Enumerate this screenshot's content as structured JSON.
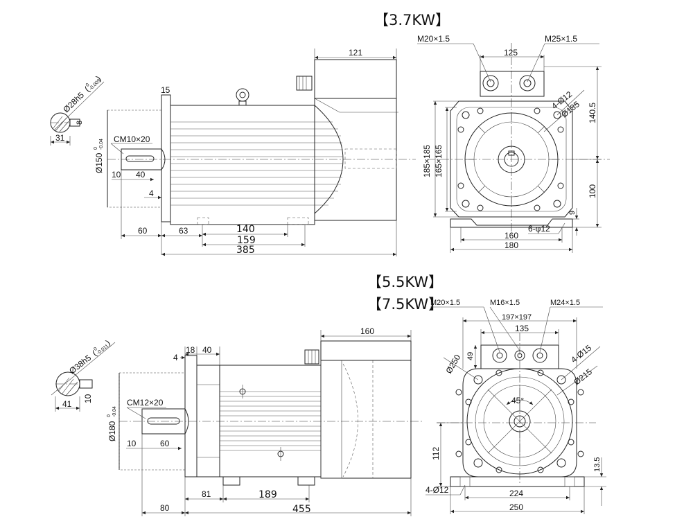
{
  "sections": [
    {
      "title": "【3.7KW】",
      "side_view": {
        "flange_thickness": "15",
        "box_width": "121",
        "keyway": "CM10×20",
        "pilot_dia": "Ø150",
        "pilot_tol_upper": "0",
        "pilot_tol_lower": "-0.04",
        "key_offset": "10",
        "key_length": "40",
        "spigot": "4",
        "shaft_length": "60",
        "foot_offset": "63",
        "foot_span_inner": "140",
        "foot_span_outer": "159",
        "body_length": "385"
      },
      "shaft_section": {
        "shaft_dia": "Ø28h5",
        "tol_upper": "0",
        "tol_lower": "-0.009",
        "key_width": "8",
        "key_height": "31"
      },
      "end_view": {
        "port_left": "M20×1.5",
        "port_right": "M25×1.5",
        "box_width": "125",
        "flange_holes": "4-Ø12",
        "bolt_circle": "Ø185",
        "square_outer": "185×185",
        "square_inner": "165×165",
        "height_top": "140.5",
        "height_center": "100",
        "foot_thickness": "9",
        "foot_holes": "6-φ12",
        "foot_span_inner": "160",
        "foot_span_outer": "180"
      }
    },
    {
      "title_a": "【5.5KW】",
      "title_b": "【7.5KW】",
      "side_view": {
        "spigot": "4",
        "flange_thickness": "18",
        "flange_offset": "40",
        "box_width": "160",
        "keyway": "CM12×20",
        "pilot_dia": "Ø180",
        "pilot_tol_upper": "0",
        "pilot_tol_lower": "-0.04",
        "key_offset": "10",
        "key_length": "60",
        "foot_offset": "81",
        "foot_span": "189",
        "shaft_length": "80",
        "body_length": "455"
      },
      "shaft_section": {
        "shaft_dia": "Ø38h5",
        "tol_upper": "0",
        "tol_lower": "-0.011",
        "key_width": "10",
        "key_height": "41"
      },
      "end_view": {
        "port_left": "M20×1.5",
        "port_mid": "M16×1.5",
        "port_right": "M24×1.5",
        "square_outer": "197×197",
        "box_width": "135",
        "box_height": "49",
        "pilot_circle": "Ø250",
        "flange_holes": "4-Ø15",
        "bolt_circle": "Ø215",
        "angle": "45°",
        "height_center": "112",
        "foot_thickness": "13.5",
        "foot_holes": "4-Ø12",
        "foot_span_inner": "224",
        "foot_span_outer": "250"
      }
    }
  ]
}
